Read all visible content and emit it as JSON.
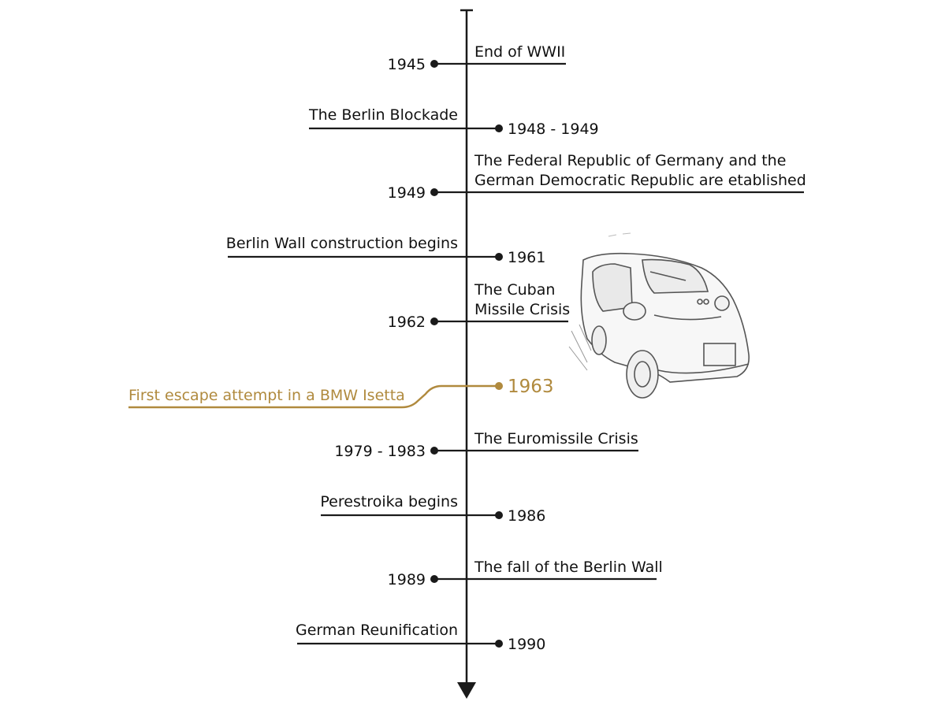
{
  "colors": {
    "line": "#1a1a1a",
    "highlight": "#b08a3e"
  },
  "illustration": {
    "subject": "BMW Isetta sketch"
  },
  "events": [
    {
      "year": "1945",
      "label": [
        "End of WWII"
      ],
      "side": "left"
    },
    {
      "year": "1948 - 1949",
      "label": [
        "The Berlin Blockade"
      ],
      "side": "right"
    },
    {
      "year": "1949",
      "label": [
        "The Federal Republic of Germany and the",
        "German Democratic Republic are etablished"
      ],
      "side": "left"
    },
    {
      "year": "1961",
      "label": [
        "Berlin Wall construction begins"
      ],
      "side": "right"
    },
    {
      "year": "1962",
      "label": [
        "The Cuban",
        "Missile Crisis"
      ],
      "side": "left"
    },
    {
      "year": "1963",
      "label": [
        "First escape attempt in a BMW Isetta"
      ],
      "side": "right",
      "highlight": true
    },
    {
      "year": "1979 - 1983",
      "label": [
        "The Euromissile Crisis"
      ],
      "side": "left"
    },
    {
      "year": "1986",
      "label": [
        "Perestroika begins"
      ],
      "side": "right"
    },
    {
      "year": "1989",
      "label": [
        "The fall of the Berlin Wall"
      ],
      "side": "left"
    },
    {
      "year": "1990",
      "label": [
        "German Reunification"
      ],
      "side": "right"
    }
  ]
}
